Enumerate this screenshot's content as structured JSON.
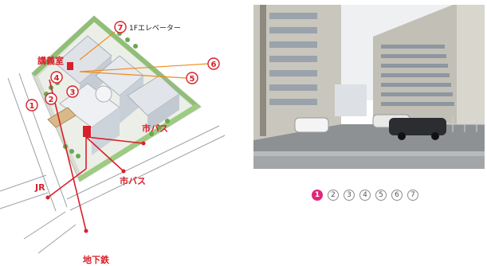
{
  "map": {
    "elevator_label": "1Fエレベーター",
    "lecture_room_label": "講義室",
    "bus_label_1": "市バス",
    "bus_label_2": "市バス",
    "jr_label": "JR",
    "subway_label": "地下鉄",
    "markers": [
      "1",
      "2",
      "3",
      "4",
      "5",
      "6",
      "7"
    ],
    "accent_color": "#d8202a"
  },
  "photo": {
    "description_alt": ""
  },
  "pager": {
    "items": [
      "1",
      "2",
      "3",
      "4",
      "5",
      "6",
      "7"
    ],
    "active_index": 0,
    "active_color": "#e0287a"
  }
}
